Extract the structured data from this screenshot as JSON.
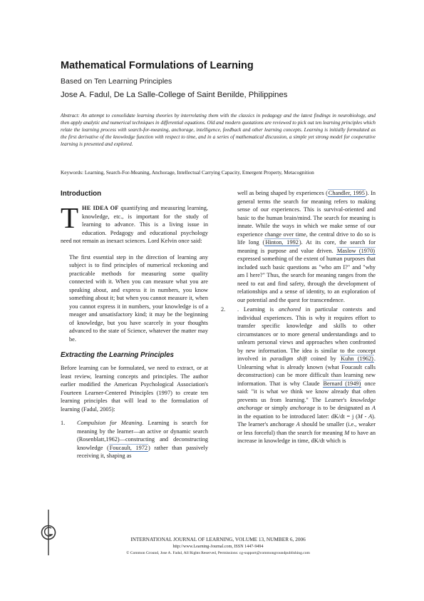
{
  "header": {
    "title": "Mathematical Formulations of Learning",
    "subtitle": "Based on Ten Learning Principles",
    "authors": "Jose A. Fadul, De La Salle-College of Saint Benilde, Philippines"
  },
  "abstract": "Abstract: An attempt to consolidate learning theories by interrelating them with the classics in pedagogy and the latest findings in neurobiology, and then apply analytic and numerical techniques in differential equations. Old and modern quotations are reviewed to pick out ten learning principles which relate the learning process with search-for-meaning, anchorage, intelligence, feedback and other learning concepts. Learning is initially formulated as the first derivative of the knowledge function with respect to time, and in a series of mathematical discussion, a simple yet strong model for cooperative learning is presented and explored.",
  "keywords": "Keywords: Learning, Search-For-Meaning, Anchorage, Intellectual Carrying Capacity, Emergent Property, Metacognition",
  "introduction": {
    "heading": "Introduction",
    "dropcap": "T",
    "lead": "HE IDEA OF",
    "para1": " quantifying and measuring learning, knowledge, etc., is important for the study of learning to advance. This is a living issue in education. Pedagogy and educational psychology need not remain as inexact sciences. Lord Kelvin once said:",
    "quote": "The first essential step in the direction of learning any subject is to find principles of numerical reckoning and practicable methods for measuring some quality connected with it. When you can measure what you are speaking about, and express it in numbers, you know something about it; but when you cannot measure it, when you cannot express it in numbers, your knowledge is of a meager and unsatisfactory kind; it may be the beginning of knowledge, but you have scarcely in your thoughts advanced to the state of Science, whatever the matter may be."
  },
  "extracting": {
    "heading": "Extracting the Learning Principles",
    "para": "Before learning can be formulated, we need to extract, or at least review, learning concepts and principles. The author earlier modified the American Psychological Association's Fourteen Learner-Centered Principles (1997) to create ten learning principles that will lead to the formulation of learning (Fadul, 2005):",
    "item1": {
      "num": "1.",
      "term": "Compulsion for Meaning.",
      "text_a": " Learning is search for meaning by the learner—an active or dynamic search (Rosenblatt,1962)—constructing and deconstructing knowledge (",
      "cite_a": "Foucault, 1972",
      "text_b": ") rather than passively receiving it, shaping as"
    }
  },
  "right_column": {
    "cont_a": "well as being shaped by experiences (",
    "cite_chandler": "Chandler, 1995",
    "cont_b": "). In general terms the search for meaning refers to making sense of our experiences. This is survival-oriented and basic to the human brain/mind. The search for meaning is innate. While the ways in which we make sense of our experience change over time, the central drive to do so is life long (",
    "cite_hinton": "Hinton, 1992",
    "cont_c": "). At its core, the search for meaning is purpose and value driven. ",
    "cite_maslow": "Maslow (1970)",
    "cont_d": " expressed something of the extent of human purposes that included such basic questions as \"who am I?\" and \"why am I here?\" Thus, the search for meaning ranges from the need to eat and find safety, through the development of relationships and a sense of identity, to an exploration of our potential and the quest for transcendence.",
    "item2": {
      "num": "2.",
      "text_a": ". Learning is ",
      "em_anchored": "anchored",
      "text_b": " in particular contexts and individual experiences. This is why it requires effort to transfer specific knowledge and skills to other circumstances or to more general understandings and to unlearn personal views and approaches when confronted by new information. The idea is similar to the concept involved in ",
      "em_paradigm": "paradigm shift",
      "text_c": " coined by ",
      "cite_kuhn": "Kuhn (1962)",
      "text_d": ". Unlearning what is already known (what Foucault calls deconstruction) can be more difficult than learning new information. That is why Claude ",
      "cite_bernard": "Bernard (1949)",
      "text_e": " once said: \"it is what we think we know already that often prevents us from learning.\" The Learner's ",
      "em_knowledge_anchorage": "knowledge anchorage",
      "text_f": " or simply ",
      "em_anchorage": "anchorage",
      "text_g": " is to be designated as ",
      "em_A1": "A",
      "text_h": " in the equation to be introduced later: dK/dt = j (",
      "em_MA": "M - A",
      "text_i": "). The learner's anchorage ",
      "em_A2": "A",
      "text_j": " should be smaller (i.e., weaker or less forceful) than the search for meaning ",
      "em_M": "M",
      "text_k": " to have an increase in knowledge in time, dK/dt which is"
    }
  },
  "footer": {
    "journal": "INTERNATIONAL JOURNAL OF LEARNING, VOLUME 13, NUMBER 6, 2006",
    "url_issn": "http://www.Learning-Journal.com, ISSN 1447-9494",
    "copyright": "© Common Ground, Jose A. Fadul, All Rights Reserved, Permissions: cg-support@commongroundpublishing.com"
  },
  "logo": {
    "icon": "common-ground-logo-icon",
    "color": "#333333"
  },
  "colors": {
    "citation_underline": "#4a78b8",
    "text": "#1a1a1a"
  }
}
